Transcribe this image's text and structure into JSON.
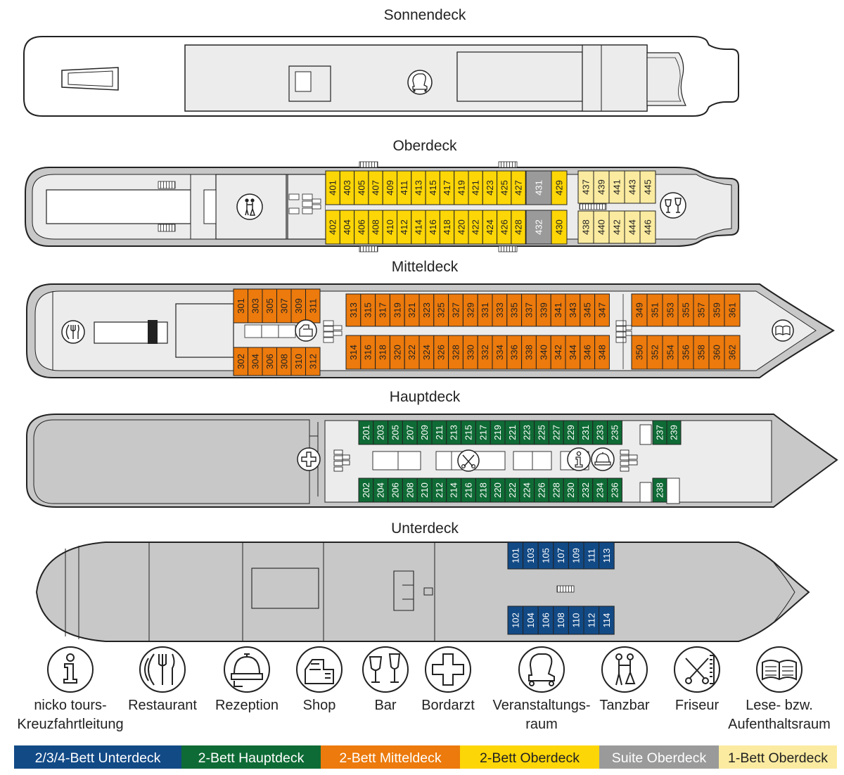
{
  "decks": {
    "sonnendeck": "Sonnendeck",
    "oberdeck": "Oberdeck",
    "mitteldeck": "Mitteldeck",
    "hauptdeck": "Hauptdeck",
    "unterdeck": "Unterdeck"
  },
  "cabins": {
    "oberdeck_top": [
      "401",
      "403",
      "405",
      "407",
      "409",
      "411",
      "413",
      "415",
      "417",
      "419",
      "421",
      "423",
      "425",
      "427"
    ],
    "oberdeck_bottom": [
      "402",
      "404",
      "406",
      "408",
      "410",
      "412",
      "414",
      "416",
      "418",
      "420",
      "422",
      "424",
      "426",
      "428"
    ],
    "oberdeck_suite": [
      "431",
      "432"
    ],
    "oberdeck_extra": [
      "429",
      "430"
    ],
    "oberdeck_single_top": [
      "437",
      "439",
      "441",
      "443",
      "445"
    ],
    "oberdeck_single_bottom": [
      "438",
      "440",
      "442",
      "444",
      "446"
    ],
    "mitteldeck_aft_top": [
      "301",
      "303",
      "305",
      "307",
      "309",
      "311"
    ],
    "mitteldeck_aft_bottom": [
      "302",
      "304",
      "306",
      "308",
      "310",
      "312"
    ],
    "mitteldeck_mid_top": [
      "313",
      "315",
      "317",
      "319",
      "321",
      "323",
      "325",
      "327",
      "329",
      "331",
      "333",
      "335",
      "337",
      "339",
      "341",
      "343",
      "345",
      "347"
    ],
    "mitteldeck_mid_bottom": [
      "314",
      "316",
      "318",
      "320",
      "322",
      "324",
      "326",
      "328",
      "330",
      "332",
      "334",
      "336",
      "338",
      "340",
      "342",
      "344",
      "346",
      "348"
    ],
    "mitteldeck_fwd_top": [
      "349",
      "351",
      "353",
      "355",
      "357",
      "359",
      "361"
    ],
    "mitteldeck_fwd_bottom": [
      "350",
      "352",
      "354",
      "356",
      "358",
      "360",
      "362"
    ],
    "hauptdeck_top": [
      "201",
      "203",
      "205",
      "207",
      "209",
      "211",
      "213",
      "215",
      "217",
      "219",
      "221",
      "223",
      "225",
      "227",
      "229",
      "231",
      "233",
      "235"
    ],
    "hauptdeck_bottom": [
      "202",
      "204",
      "206",
      "208",
      "210",
      "212",
      "214",
      "216",
      "218",
      "220",
      "222",
      "224",
      "226",
      "228",
      "230",
      "232",
      "234",
      "236"
    ],
    "hauptdeck_fwd_top": [
      "237",
      "239"
    ],
    "hauptdeck_fwd_bottom": [
      "238"
    ],
    "unterdeck_top": [
      "101",
      "103",
      "105",
      "107",
      "109",
      "111",
      "113"
    ],
    "unterdeck_bottom": [
      "102",
      "104",
      "106",
      "108",
      "110",
      "112",
      "114"
    ]
  },
  "legend": {
    "icons": [
      {
        "icon": "info-icon",
        "label1": "nicko tours-",
        "label2": "Kreuzfahrtleitung"
      },
      {
        "icon": "restaurant-icon",
        "label1": "Restaurant",
        "label2": ""
      },
      {
        "icon": "reception-bell-icon",
        "label1": "Rezeption",
        "label2": ""
      },
      {
        "icon": "shop-register-icon",
        "label1": "Shop",
        "label2": ""
      },
      {
        "icon": "bar-glasses-icon",
        "label1": "Bar",
        "label2": ""
      },
      {
        "icon": "medical-cross-icon",
        "label1": "Bordarzt",
        "label2": ""
      },
      {
        "icon": "armchair-icon",
        "label1": "Veranstaltungs-",
        "label2": "raum"
      },
      {
        "icon": "dancing-couple-icon",
        "label1": "Tanzbar",
        "label2": ""
      },
      {
        "icon": "scissors-comb-icon",
        "label1": "Friseur",
        "label2": ""
      },
      {
        "icon": "open-book-icon",
        "label1": "Lese- bzw.",
        "label2": "Aufenthaltsraum"
      }
    ],
    "categories": [
      {
        "label": "2/3/4-Bett Unterdeck",
        "color": "#124a86",
        "text_color": "#ffffff"
      },
      {
        "label": "2-Bett Hauptdeck",
        "color": "#0f6b35",
        "text_color": "#ffffff"
      },
      {
        "label": "2-Bett Mitteldeck",
        "color": "#ec7a0c",
        "text_color": "#ffffff"
      },
      {
        "label": "2-Bett Oberdeck",
        "color": "#fdd607",
        "text_color": "#222222"
      },
      {
        "label": "Suite Oberdeck",
        "color": "#9a9a9a",
        "text_color": "#ffffff"
      },
      {
        "label": "1-Bett Oberdeck",
        "color": "#fbeba0",
        "text_color": "#222222"
      }
    ]
  },
  "colors": {
    "unterdeck": "#124a86",
    "hauptdeck": "#0f6b35",
    "mitteldeck": "#ec7a0c",
    "oberdeck": "#fdd607",
    "suite": "#9a9a9a",
    "single": "#fbeba0",
    "hull_grey": "#c8c8c8",
    "hull_light": "#ececec",
    "outline": "#222222"
  }
}
